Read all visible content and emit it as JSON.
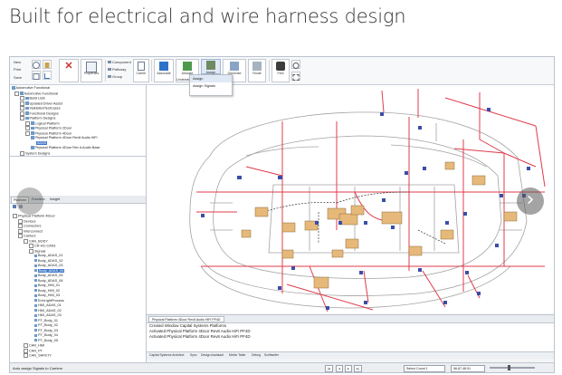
{
  "heading": "Built for electrical and wire harness design",
  "ribbon": {
    "new": "New",
    "print": "Print",
    "save": "Save",
    "properties": "Properties",
    "component": "Component",
    "pathway": "Pathway",
    "group": "Group",
    "carrier": "Carrier",
    "associate": "Associate",
    "allocate": "Allocate",
    "undeadweb": "Undeadweb",
    "assign": "Assign",
    "generate": "Generate",
    "route": "Route",
    "find": "Find"
  },
  "assign_menu": {
    "items": [
      "Assign",
      "Assign Signals"
    ]
  },
  "top_tree": [
    "Automotive Functional",
    "Automotive Functional",
    "Build Lists",
    "Updated Driver Assist",
    "ValidationTestCases",
    "Functional Designs",
    "Platform Designs",
    "Logical Platform",
    "Physical Platform 2Door",
    "Physical Platform 4Door",
    "Physical Platform 4Door Rev8 Audio HiFi",
    "ADAS",
    "Physical Platform 4Door Rev A Audio Base",
    "System Designs"
  ],
  "left_tabs": [
    "Platform",
    "Function",
    "Insight"
  ],
  "bottom_tree": [
    "Physical Platform 4Door",
    "Devices",
    "Connectors",
    "Interconnect",
    "Carriers",
    "CAN_BODY",
    "CR-HC-CAN1",
    "Signals",
    "Body_ADAS_01",
    "Body_ADAS_02",
    "Body_ADAS_03",
    "Body_ADAS_04",
    "Body_ADAS_05",
    "Body_ADAS_06",
    "Body_HMI_01",
    "Body_HMI_02",
    "Body_HMI_03",
    "EnhLightProcess",
    "HMI_ADAS_01",
    "HMI_ADAS_02",
    "HMI_ADAS_03",
    "PT_Body_01",
    "PT_Body_02",
    "PT_Body_03",
    "PT_Body_04",
    "PT_Body_05",
    "CAN_HMI",
    "CAN_PT",
    "CAN_SAFETY"
  ],
  "selected_signal": "Body_ADAS_04",
  "doc_tab": "Physical Platform 4Door Rev8 Audio HiFi PF4D",
  "output_lines": [
    "Created Window Capital Systems Platforms",
    "Activated Physical Platform 4Door Rev8 Audio HiFi PF4D",
    "Activated Physical Platform 4Door Rev8 Audio HiFi PF4D"
  ],
  "bottom_tabs": [
    "Capital Systems Architect",
    "Sync",
    "Design Assistant",
    "Metric Table",
    "Debug",
    "Scriftwriter"
  ],
  "status": {
    "left": "Auto assign Signals to Carriers",
    "select": "Select Count 1",
    "coords": "56.87,48.91"
  },
  "carousel": {
    "next": "›"
  },
  "colors": {
    "wire": "#e03b4b",
    "body": "#9a9a9a",
    "component": "#e6b97a",
    "connector": "#3a4ea8",
    "selection": "#3d76c9"
  }
}
